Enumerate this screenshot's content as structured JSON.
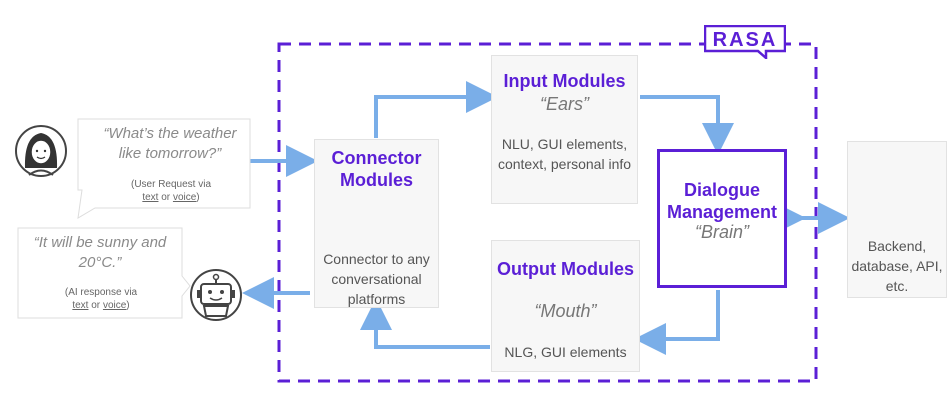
{
  "brand": {
    "logo_text": "RASA",
    "accent": "#5b1fd6",
    "arrow_color": "#7aaee8"
  },
  "user": {
    "quote": "“What’s the weather like tomorrow?”",
    "note_prefix": "(User Request via",
    "note_text_link": "text",
    "note_or": "or",
    "note_voice_link": "voice",
    "note_suffix": ")"
  },
  "bot": {
    "quote": "“It will be sunny and 20°C.”",
    "note_prefix": "(AI response via",
    "note_text_link": "text",
    "note_or": "or",
    "note_voice_link": "voice",
    "note_suffix": ")"
  },
  "connector": {
    "title": "Connector Modules",
    "body": "Connector to any conversational platforms"
  },
  "input": {
    "title": "Input Modules",
    "subtitle": "“Ears”",
    "body": "NLU, GUI elements, context, personal info"
  },
  "output": {
    "title": "Output Modules",
    "subtitle": "“Mouth”",
    "body": "NLG, GUI elements"
  },
  "dialogue": {
    "title": "Dialogue Management",
    "subtitle": "“Brain”"
  },
  "backend": {
    "body": "Backend, database, API, etc."
  }
}
